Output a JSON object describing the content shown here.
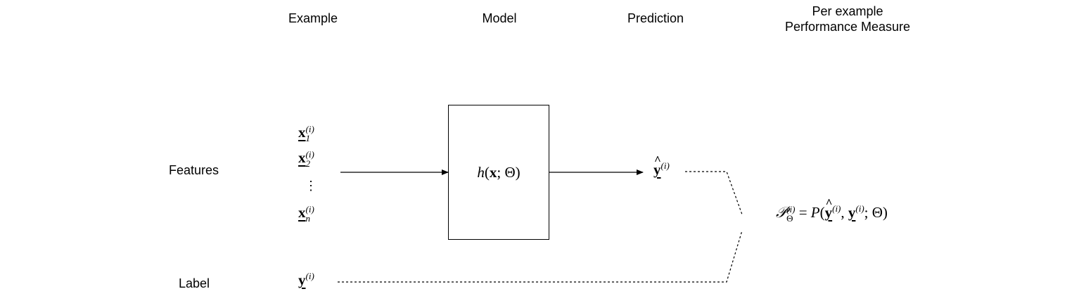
{
  "headers": {
    "example": "Example",
    "model": "Model",
    "prediction": "Prediction",
    "performance_line1": "Per example",
    "performance_line2": "Performance Measure"
  },
  "rows": {
    "features": "Features",
    "label": "Label"
  },
  "feature_vars": [
    {
      "base": "x",
      "sup": "(i)",
      "sub": "1"
    },
    {
      "base": "x",
      "sup": "(i)",
      "sub": "2"
    },
    {
      "base": "x",
      "sup": "(i)",
      "sub": "n"
    }
  ],
  "ellipsis": "⋮",
  "label_var": {
    "base": "y",
    "sup": "(i)"
  },
  "model": {
    "func": "h",
    "open": "(",
    "arg": "x",
    "sep": "; Θ)"
  },
  "prediction_var": {
    "base": "y",
    "hat": "^",
    "sup": "(i)"
  },
  "performance": {
    "lhs": "𝒫",
    "lhs_sup": "(i)",
    "lhs_sub": "Θ",
    "eq": " = ",
    "func": "P",
    "open": "(",
    "pred_base": "y",
    "pred_hat": "^",
    "pred_sup": "(i)",
    "comma": ", ",
    "label_base": "y",
    "label_sup": "(i)",
    "tail": "; Θ)"
  }
}
